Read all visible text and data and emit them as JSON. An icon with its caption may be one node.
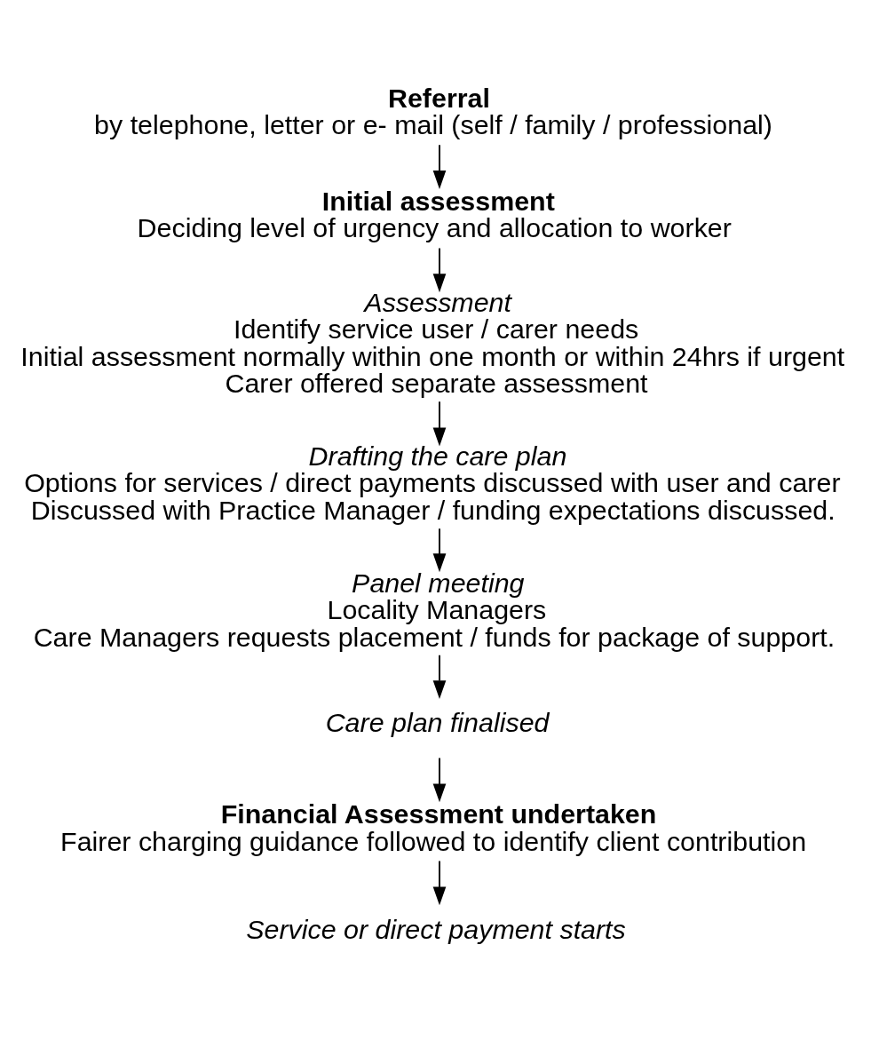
{
  "diagram": {
    "nodes": [
      {
        "text": [
          "Referral",
          "by telephone, letter or e- mail (self / family / professional)"
        ]
      },
      {
        "text": [
          "Initial assessment",
          "Deciding level of urgency and allocation to worker"
        ]
      },
      {
        "text": [
          "Assessment",
          "Identify service user / carer needs",
          "Initial assessment normally within one month or within 24hrs if urgent",
          "Carer offered separate assessment"
        ]
      },
      {
        "text": [
          "Drafting the care plan",
          "Options for services / direct payments discussed with user and carer",
          "Discussed with Practice Manager / funding expectations discussed."
        ]
      },
      {
        "text": [
          "Panel meeting",
          "Locality Managers",
          "Care Managers requests placement / funds for package of support."
        ]
      },
      {
        "text": [
          "Care plan finalised"
        ]
      },
      {
        "text": [
          "Financial Assessment undertaken",
          "Fairer charging guidance followed to identify client contribution"
        ]
      },
      {
        "text": [
          "Service or direct payment starts"
        ]
      }
    ],
    "edges": [
      {
        "from": 0,
        "to": 1,
        "arrow": "to"
      },
      {
        "from": 1,
        "to": 2,
        "arrow": "to"
      },
      {
        "from": 2,
        "to": 3,
        "arrow": "to"
      },
      {
        "from": 3,
        "to": 4,
        "arrow": "to"
      },
      {
        "from": 4,
        "to": 5,
        "arrow": "to"
      },
      {
        "from": 5,
        "to": 6,
        "arrow": "to"
      },
      {
        "from": 6,
        "to": 7,
        "arrow": "to"
      }
    ]
  }
}
